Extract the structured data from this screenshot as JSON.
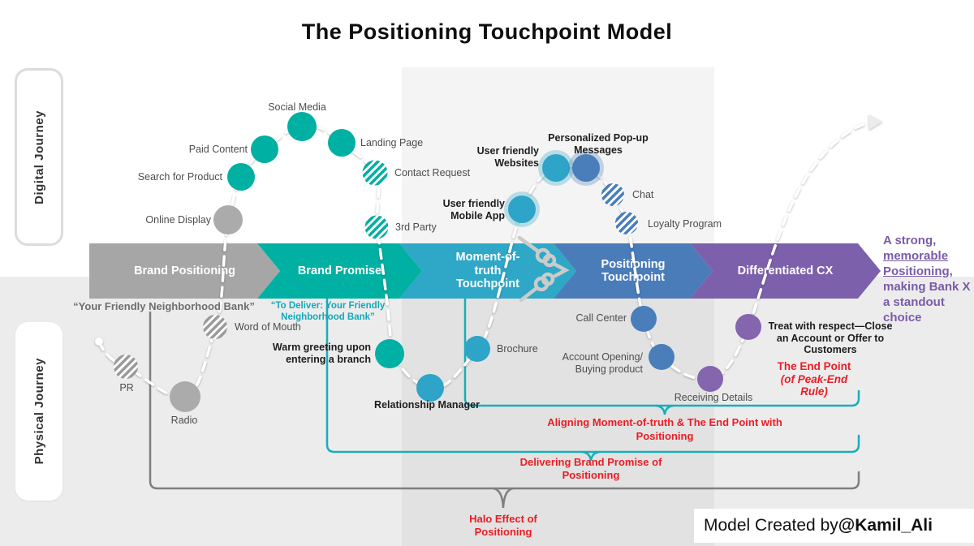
{
  "title": "The Positioning Touchpoint Model",
  "sidebar": {
    "digital_label": "Digital Journey",
    "physical_label": "Physical Journey"
  },
  "arrows": {
    "a1": "Brand Positioning",
    "a2": "Brand Promise",
    "a3": "Moment-of-truth Touchpoint",
    "a4": "Positioning Touchpoint",
    "a5": "Differentiated CX"
  },
  "digital_touchpoints": {
    "online_display": "Online Display",
    "search_product": "Search for Product",
    "paid_content": "Paid Content",
    "social_media": "Social Media",
    "landing_page": "Landing Page",
    "contact_request": "Contact Request",
    "third_party": "3rd Party",
    "mobile_app": "User friendly Mobile App",
    "websites": "User friendly Websites",
    "popup": "Personalized Pop-up Messages",
    "chat": "Chat",
    "loyalty": "Loyalty Program"
  },
  "physical_touchpoints": {
    "pr": "PR",
    "radio": "Radio",
    "word_of_mouth": "Word of Mouth",
    "warm_greeting": "Warm greeting upon entering a branch",
    "relationship_manager": "Relationship Manager",
    "brochure": "Brochure",
    "call_center": "Call Center",
    "account_opening": "Account Opening/ Buying product",
    "receiving_details": "Receiving Details",
    "treat_respect": "Treat with respect—Close an Account or Offer to Customers"
  },
  "quotes": {
    "brand_positioning": "“Your Friendly Neighborhood Bank”",
    "brand_promise": "“To Deliver: Your Friendly Neighborhood Bank”"
  },
  "annotations": {
    "end_point_title": "The End Point",
    "end_point_sub": "(of Peak-End Rule)",
    "aligning": "Aligning Moment-of-truth & The End Point with Positioning",
    "delivering": "Delivering Brand Promise of Positioning",
    "halo": "Halo Effect of Positioning"
  },
  "purple_note": {
    "part1": "A strong, ",
    "underlined": "memorable Positioning",
    "part2": ", making Bank X a standout choice"
  },
  "footer": {
    "prefix": "Model Created by ",
    "handle": "@Kamil_Ali"
  },
  "colors": {
    "teal": "#00b0a2",
    "light_blue": "#2ea4c8",
    "blue": "#4a7ebb",
    "purple_arrow": "#7d60ab",
    "purple_dot": "#8465ae",
    "gray_arrow": "#a6a6a6",
    "gray_dot": "#ababab",
    "red": "#ec1c24",
    "teal_bracket": "#18aeb8",
    "gray_bracket": "#7f7f7f",
    "purple_text": "#7a5ba8",
    "quote_teal": "#10a9bc"
  }
}
